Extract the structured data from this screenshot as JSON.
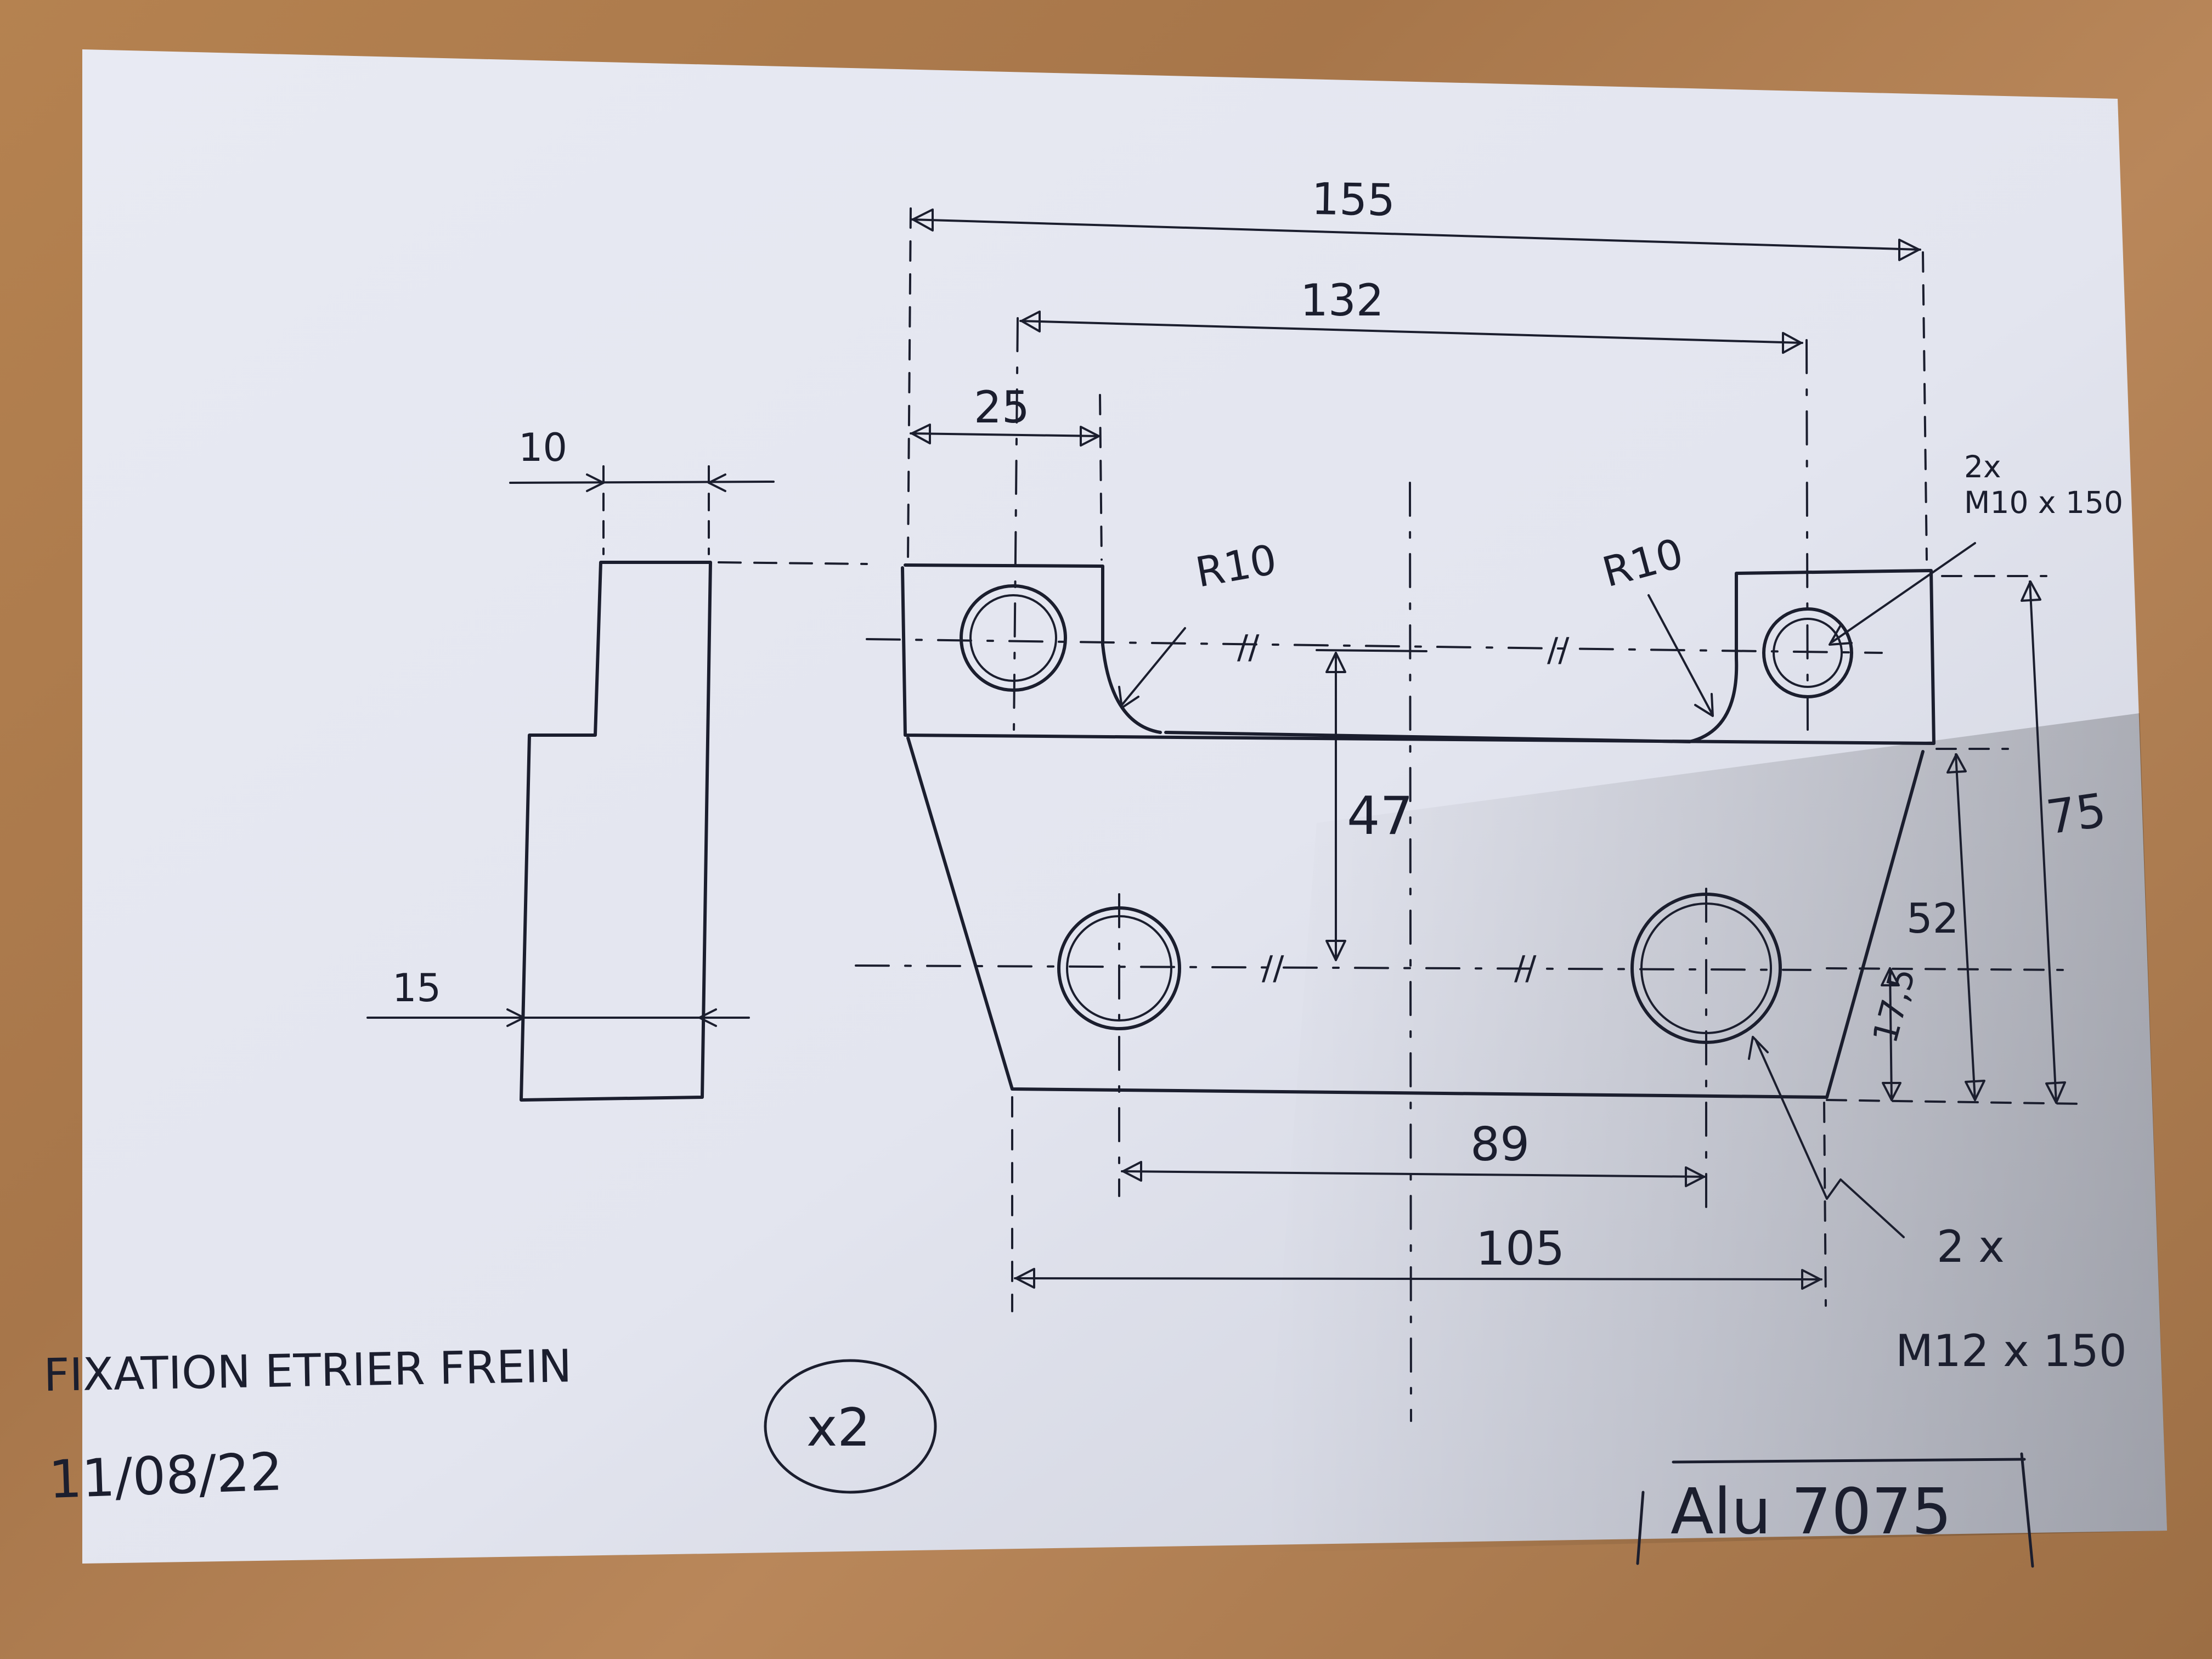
{
  "drawing": {
    "title": "FIXATION ETRIER FREIN",
    "date": "11/08/22",
    "quantity": "x2",
    "material": "Alu 7075"
  },
  "dimensions": {
    "overall_top_width": "155",
    "top_hole_spacing": "132",
    "left_offset": "25",
    "side_step_width": "10",
    "side_base_thickness": "15",
    "vertical_hole_spacing": "47",
    "bottom_hole_spacing": "89",
    "bottom_width": "105",
    "total_height": "75",
    "lower_height": "52",
    "bottom_hole_height": "17,5"
  },
  "annotations": {
    "radius_left": "R10",
    "radius_right": "R10",
    "top_thread_count": "2x",
    "top_thread_spec": "M10 x 150",
    "bottom_thread_count": "2 x",
    "bottom_thread_spec": "M12 x 150",
    "symmetry_mark": "//"
  },
  "colors": {
    "paper": "#e9ebf3",
    "ink": "#1b1e2e",
    "desk": "#b07d4e"
  }
}
